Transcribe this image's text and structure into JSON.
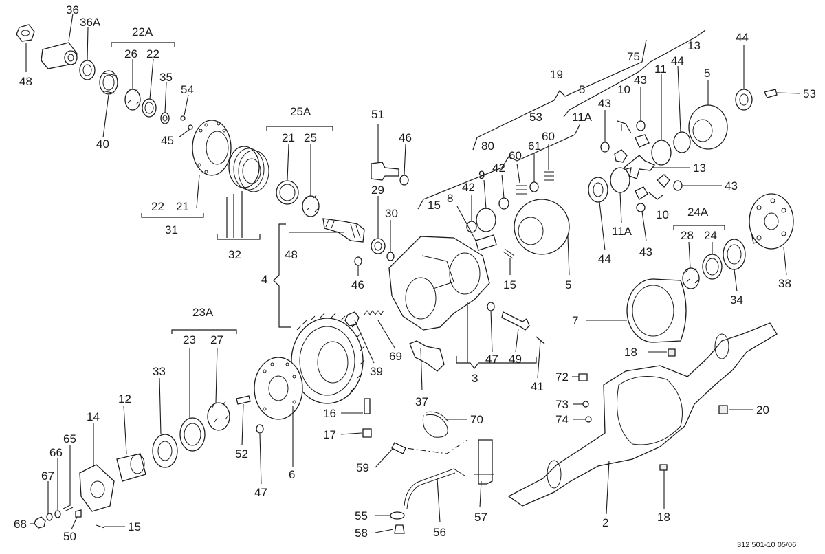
{
  "diagram": {
    "callouts": [
      {
        "id": "c36",
        "label": "36"
      },
      {
        "id": "c36a",
        "label": "36A"
      },
      {
        "id": "c22a",
        "label": "22A"
      },
      {
        "id": "c26",
        "label": "26"
      },
      {
        "id": "c22t",
        "label": "22"
      },
      {
        "id": "c48a",
        "label": "48"
      },
      {
        "id": "c40",
        "label": "40"
      },
      {
        "id": "c35",
        "label": "35"
      },
      {
        "id": "c54",
        "label": "54"
      },
      {
        "id": "c45",
        "label": "45"
      },
      {
        "id": "c22b",
        "label": "22"
      },
      {
        "id": "c21b",
        "label": "21"
      },
      {
        "id": "c31",
        "label": "31"
      },
      {
        "id": "c32",
        "label": "32"
      },
      {
        "id": "c25a",
        "label": "25A"
      },
      {
        "id": "c21t",
        "label": "21"
      },
      {
        "id": "c25",
        "label": "25"
      },
      {
        "id": "c51",
        "label": "51"
      },
      {
        "id": "c46a",
        "label": "46"
      },
      {
        "id": "c29",
        "label": "29"
      },
      {
        "id": "c30",
        "label": "30"
      },
      {
        "id": "c46b",
        "label": "46"
      },
      {
        "id": "c48b",
        "label": "48"
      },
      {
        "id": "c4",
        "label": "4"
      },
      {
        "id": "c39",
        "label": "39"
      },
      {
        "id": "c69",
        "label": "69"
      },
      {
        "id": "c19",
        "label": "19"
      },
      {
        "id": "c5a",
        "label": "5"
      },
      {
        "id": "c53a",
        "label": "53"
      },
      {
        "id": "c80",
        "label": "80"
      },
      {
        "id": "c75",
        "label": "75"
      },
      {
        "id": "c13a",
        "label": "13"
      },
      {
        "id": "c15a",
        "label": "15"
      },
      {
        "id": "c8",
        "label": "8"
      },
      {
        "id": "c42a",
        "label": "42"
      },
      {
        "id": "c9",
        "label": "9"
      },
      {
        "id": "c42b",
        "label": "42"
      },
      {
        "id": "c60a",
        "label": "60"
      },
      {
        "id": "c61",
        "label": "61"
      },
      {
        "id": "c60b",
        "label": "60"
      },
      {
        "id": "c15b",
        "label": "15"
      },
      {
        "id": "c5b",
        "label": "5"
      },
      {
        "id": "c11ah",
        "label": "11A"
      },
      {
        "id": "c43a",
        "label": "43"
      },
      {
        "id": "c10a",
        "label": "10"
      },
      {
        "id": "c43b",
        "label": "43"
      },
      {
        "id": "c11",
        "label": "11"
      },
      {
        "id": "c44a",
        "label": "44"
      },
      {
        "id": "c5c",
        "label": "5"
      },
      {
        "id": "c44b",
        "label": "44"
      },
      {
        "id": "c53b",
        "label": "53"
      },
      {
        "id": "c13b",
        "label": "13"
      },
      {
        "id": "c43c",
        "label": "43"
      },
      {
        "id": "c10b",
        "label": "10"
      },
      {
        "id": "c11ab",
        "label": "11A"
      },
      {
        "id": "c43d",
        "label": "43"
      },
      {
        "id": "c44c",
        "label": "44"
      },
      {
        "id": "c24a",
        "label": "24A"
      },
      {
        "id": "c28",
        "label": "28"
      },
      {
        "id": "c24",
        "label": "24"
      },
      {
        "id": "c34",
        "label": "34"
      },
      {
        "id": "c38",
        "label": "38"
      },
      {
        "id": "c7",
        "label": "7"
      },
      {
        "id": "c47a",
        "label": "47"
      },
      {
        "id": "c49",
        "label": "49"
      },
      {
        "id": "c3",
        "label": "3"
      },
      {
        "id": "c41",
        "label": "41"
      },
      {
        "id": "c18a",
        "label": "18"
      },
      {
        "id": "c72",
        "label": "72"
      },
      {
        "id": "c73",
        "label": "73"
      },
      {
        "id": "c74",
        "label": "74"
      },
      {
        "id": "c20",
        "label": "20"
      },
      {
        "id": "c37",
        "label": "37"
      },
      {
        "id": "c16",
        "label": "16"
      },
      {
        "id": "c17",
        "label": "17"
      },
      {
        "id": "c70",
        "label": "70"
      },
      {
        "id": "c59",
        "label": "59"
      },
      {
        "id": "c55",
        "label": "55"
      },
      {
        "id": "c58",
        "label": "58"
      },
      {
        "id": "c56",
        "label": "56"
      },
      {
        "id": "c57",
        "label": "57"
      },
      {
        "id": "c2",
        "label": "2"
      },
      {
        "id": "c18b",
        "label": "18"
      },
      {
        "id": "c23a",
        "label": "23A"
      },
      {
        "id": "c23",
        "label": "23"
      },
      {
        "id": "c27",
        "label": "27"
      },
      {
        "id": "c33",
        "label": "33"
      },
      {
        "id": "c12",
        "label": "12"
      },
      {
        "id": "c14",
        "label": "14"
      },
      {
        "id": "c65",
        "label": "65"
      },
      {
        "id": "c66",
        "label": "66"
      },
      {
        "id": "c67",
        "label": "67"
      },
      {
        "id": "c68",
        "label": "68"
      },
      {
        "id": "c50",
        "label": "50"
      },
      {
        "id": "c15c",
        "label": "15"
      },
      {
        "id": "c52",
        "label": "52"
      },
      {
        "id": "c47b",
        "label": "47"
      },
      {
        "id": "c6",
        "label": "6"
      }
    ],
    "footer": "312   501-10   05/06"
  }
}
